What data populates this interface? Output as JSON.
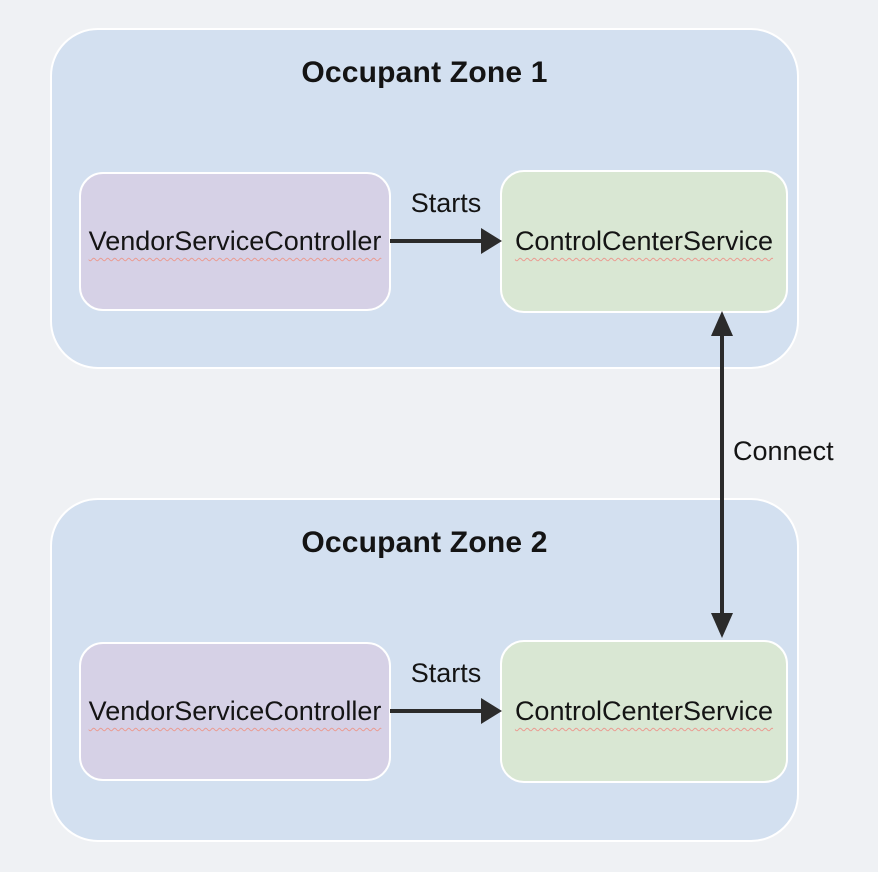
{
  "colors": {
    "page_bg": "#eff1f4",
    "zone_fill": "#d3e0f0",
    "zone_border": "#ffffff",
    "vendor_fill": "#d6d1e6",
    "control_fill": "#d9e7d3",
    "node_border": "#ffffff",
    "text": "#141414",
    "arrow": "#2b2b2b",
    "squiggle": "#eb9a90"
  },
  "zones": [
    {
      "title": "Occupant Zone 1",
      "vendor_label": "VendorServiceController",
      "control_label": "ControlCenterService",
      "starts_label": "Starts"
    },
    {
      "title": "Occupant Zone 2",
      "vendor_label": "VendorServiceController",
      "control_label": "ControlCenterService",
      "starts_label": "Starts"
    }
  ],
  "connect_label": "Connect"
}
